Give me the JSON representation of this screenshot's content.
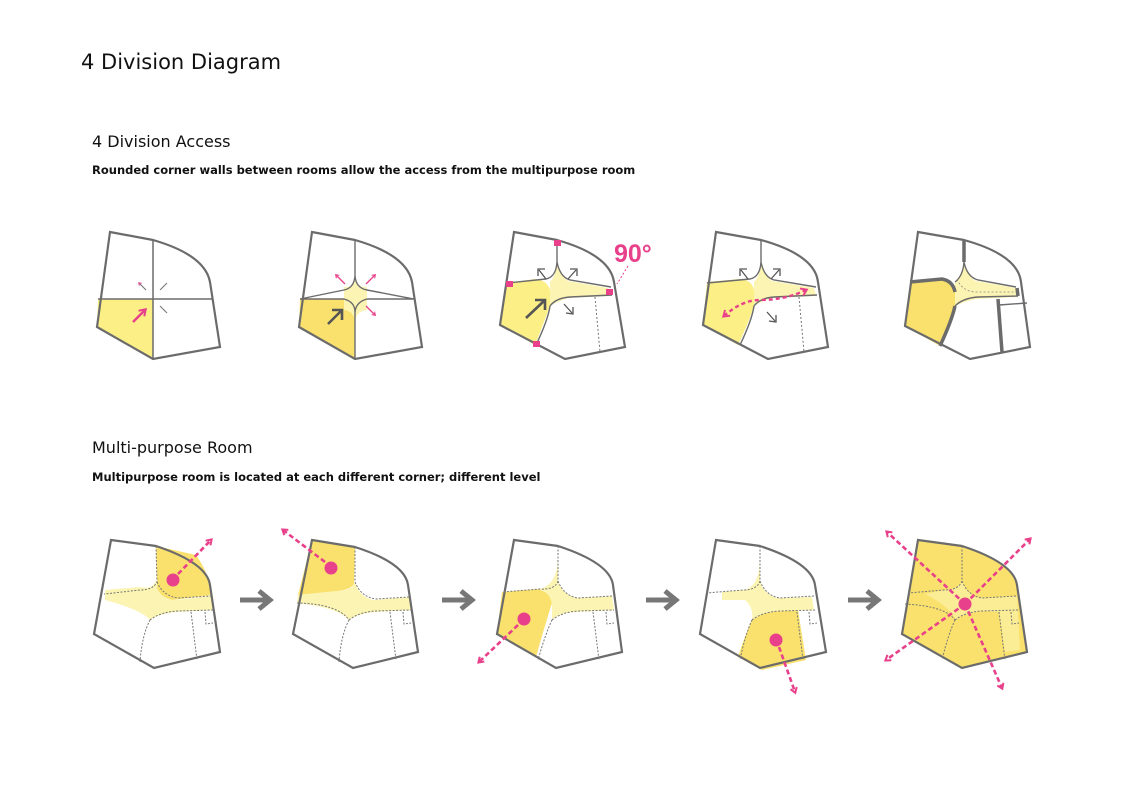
{
  "title": "4 Division Diagram",
  "sections": [
    {
      "heading": "4 Division Access",
      "description": "Rounded corner walls between rooms allow the access from the multipurpose room",
      "angle_annotation": "90°"
    },
    {
      "heading": "Multi-purpose Room",
      "description": "Multipurpose room is located at each different corner; different level"
    }
  ],
  "colors": {
    "wall": "#6b6b6b",
    "room_yellow": "#fbef86",
    "room_yellow_strong": "#fae16d",
    "corridor_yellow": "#fbf4b2",
    "accent_magenta": "#e8408a",
    "step_arrow": "#777777"
  }
}
